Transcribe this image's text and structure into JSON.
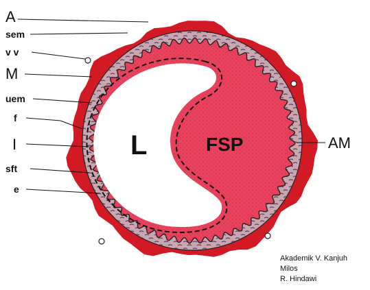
{
  "diagram": {
    "labels_left": [
      {
        "key": "A",
        "text": "A"
      },
      {
        "key": "sem",
        "text": "sem"
      },
      {
        "key": "vv",
        "text": "v v"
      },
      {
        "key": "M",
        "text": "M"
      },
      {
        "key": "uem",
        "text": "uem"
      },
      {
        "key": "f",
        "text": "f"
      },
      {
        "key": "I",
        "text": "I"
      },
      {
        "key": "sft",
        "text": "sft"
      },
      {
        "key": "e",
        "text": "e"
      }
    ],
    "label_right": "AM",
    "inner_labels": {
      "lumen": "L",
      "fsp": "FSP"
    },
    "colors": {
      "adventitia": "#d21a24",
      "media": "#c7a3a8",
      "media_cells": "#5a3d7a",
      "intima": "#e8425c",
      "lumen": "#ffffff",
      "outline": "#111111"
    }
  },
  "credits": {
    "line1": "Akademik  V. Kanjuh",
    "line2": "Milos",
    "line3": "R. Hindawi"
  }
}
